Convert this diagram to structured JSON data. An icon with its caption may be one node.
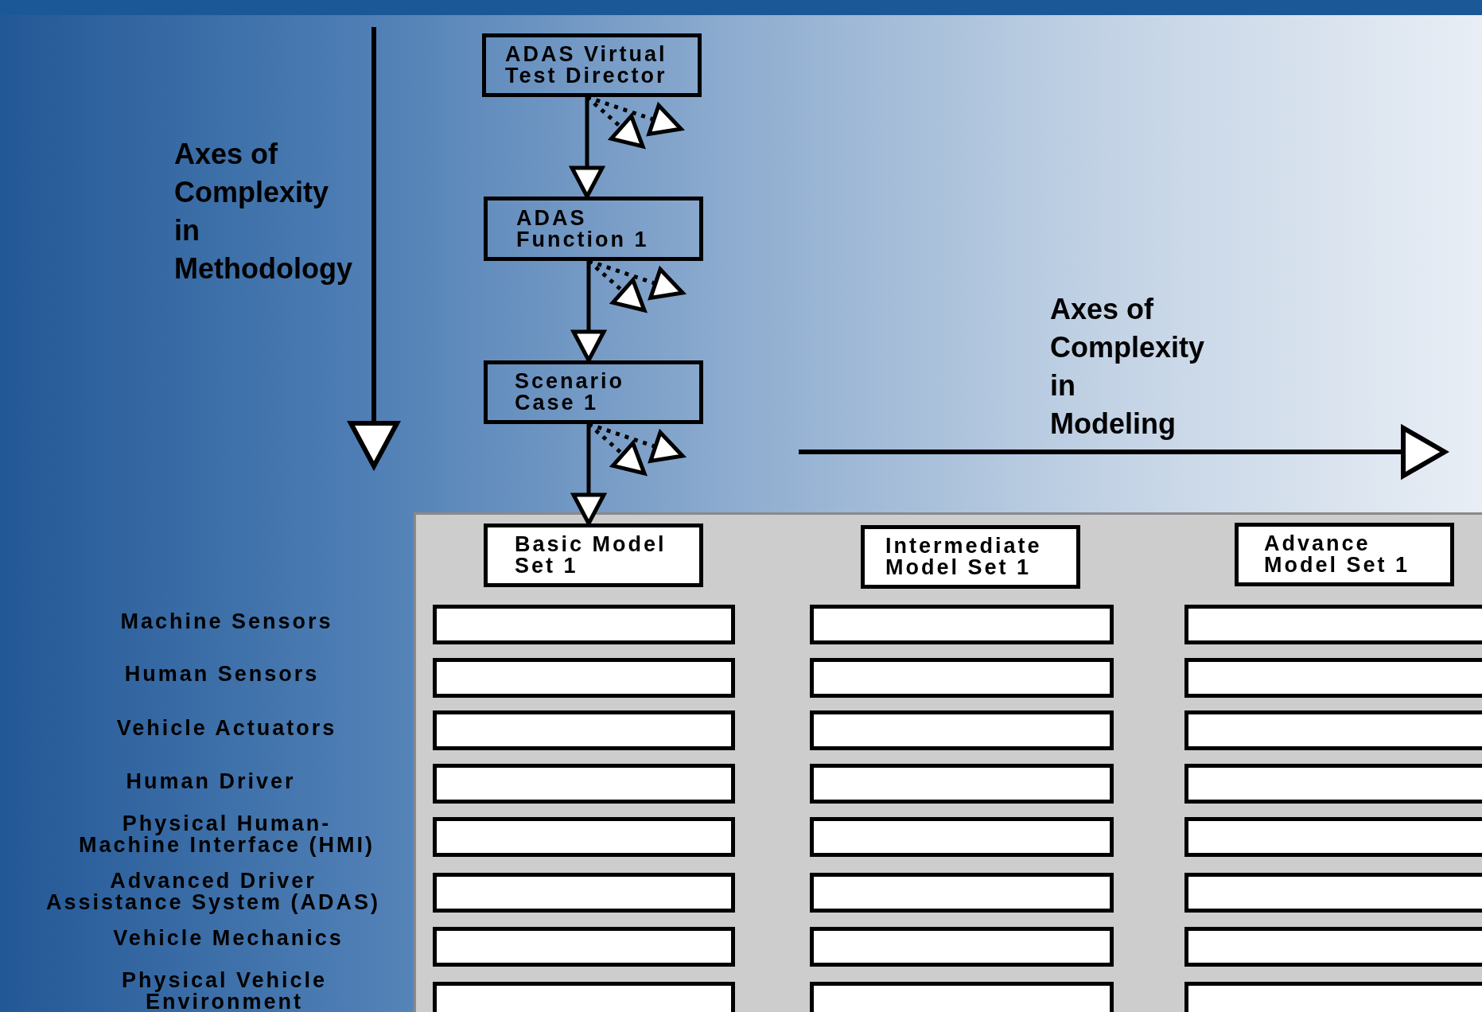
{
  "diagram": {
    "nodes": [
      {
        "text": [
          "ADAS Virtual Test Director"
        ]
      },
      {
        "text": [
          "ADAS Function 1"
        ]
      },
      {
        "text": [
          "Scenario Case 1"
        ]
      },
      {
        "text": [
          "Basic Model Set 1"
        ]
      },
      {
        "text": [
          "Intermediate Model Set 1"
        ]
      },
      {
        "text": [
          "Advance Model Set 1"
        ]
      },
      {
        "text": [],
        "shape": "box"
      },
      {
        "text": [],
        "shape": "box"
      },
      {
        "text": [],
        "shape": "box"
      },
      {
        "text": [],
        "shape": "box"
      },
      {
        "text": [],
        "shape": "box"
      },
      {
        "text": [],
        "shape": "box"
      },
      {
        "text": [],
        "shape": "box"
      },
      {
        "text": [],
        "shape": "box"
      },
      {
        "text": [],
        "shape": "box"
      },
      {
        "text": [],
        "shape": "box"
      },
      {
        "text": [],
        "shape": "box"
      },
      {
        "text": [],
        "shape": "box"
      },
      {
        "text": [],
        "shape": "box"
      },
      {
        "text": [],
        "shape": "box"
      },
      {
        "text": [],
        "shape": "box"
      },
      {
        "text": [],
        "shape": "box"
      },
      {
        "text": [],
        "shape": "box"
      },
      {
        "text": [],
        "shape": "box"
      },
      {
        "text": [],
        "shape": "box"
      },
      {
        "text": [],
        "shape": "box"
      },
      {
        "text": [],
        "shape": "box"
      },
      {
        "text": [],
        "shape": "box"
      },
      {
        "text": [],
        "shape": "box"
      },
      {
        "text": [],
        "shape": "box"
      }
    ],
    "edges": [
      {
        "from": 0,
        "to": 1,
        "arrow": "to"
      },
      {
        "from": 0,
        "to": null,
        "arrow": "to",
        "style": "dashed"
      },
      {
        "from": 0,
        "to": null,
        "arrow": "to",
        "style": "dashed"
      },
      {
        "from": 1,
        "to": 2,
        "arrow": "to"
      },
      {
        "from": 1,
        "to": null,
        "arrow": "to",
        "style": "dashed"
      },
      {
        "from": 1,
        "to": null,
        "arrow": "to",
        "style": "dashed"
      },
      {
        "from": 2,
        "to": 3,
        "arrow": "to"
      },
      {
        "from": 2,
        "to": null,
        "arrow": "to",
        "style": "dashed"
      },
      {
        "from": 2,
        "to": null,
        "arrow": "to",
        "style": "dashed"
      }
    ],
    "labels": [
      "Axes of Complexity in Methodology",
      "Axes of Complexity in Modeling",
      "Machine Sensors",
      "Human Sensors",
      "Vehicle Actuators",
      "Human Driver",
      "Physical Human- Machine Interface (HMI)",
      "Advanced Driver Assistance System (ADAS)",
      "Vehicle Mechanics",
      "Physical Vehicle Environment"
    ]
  }
}
